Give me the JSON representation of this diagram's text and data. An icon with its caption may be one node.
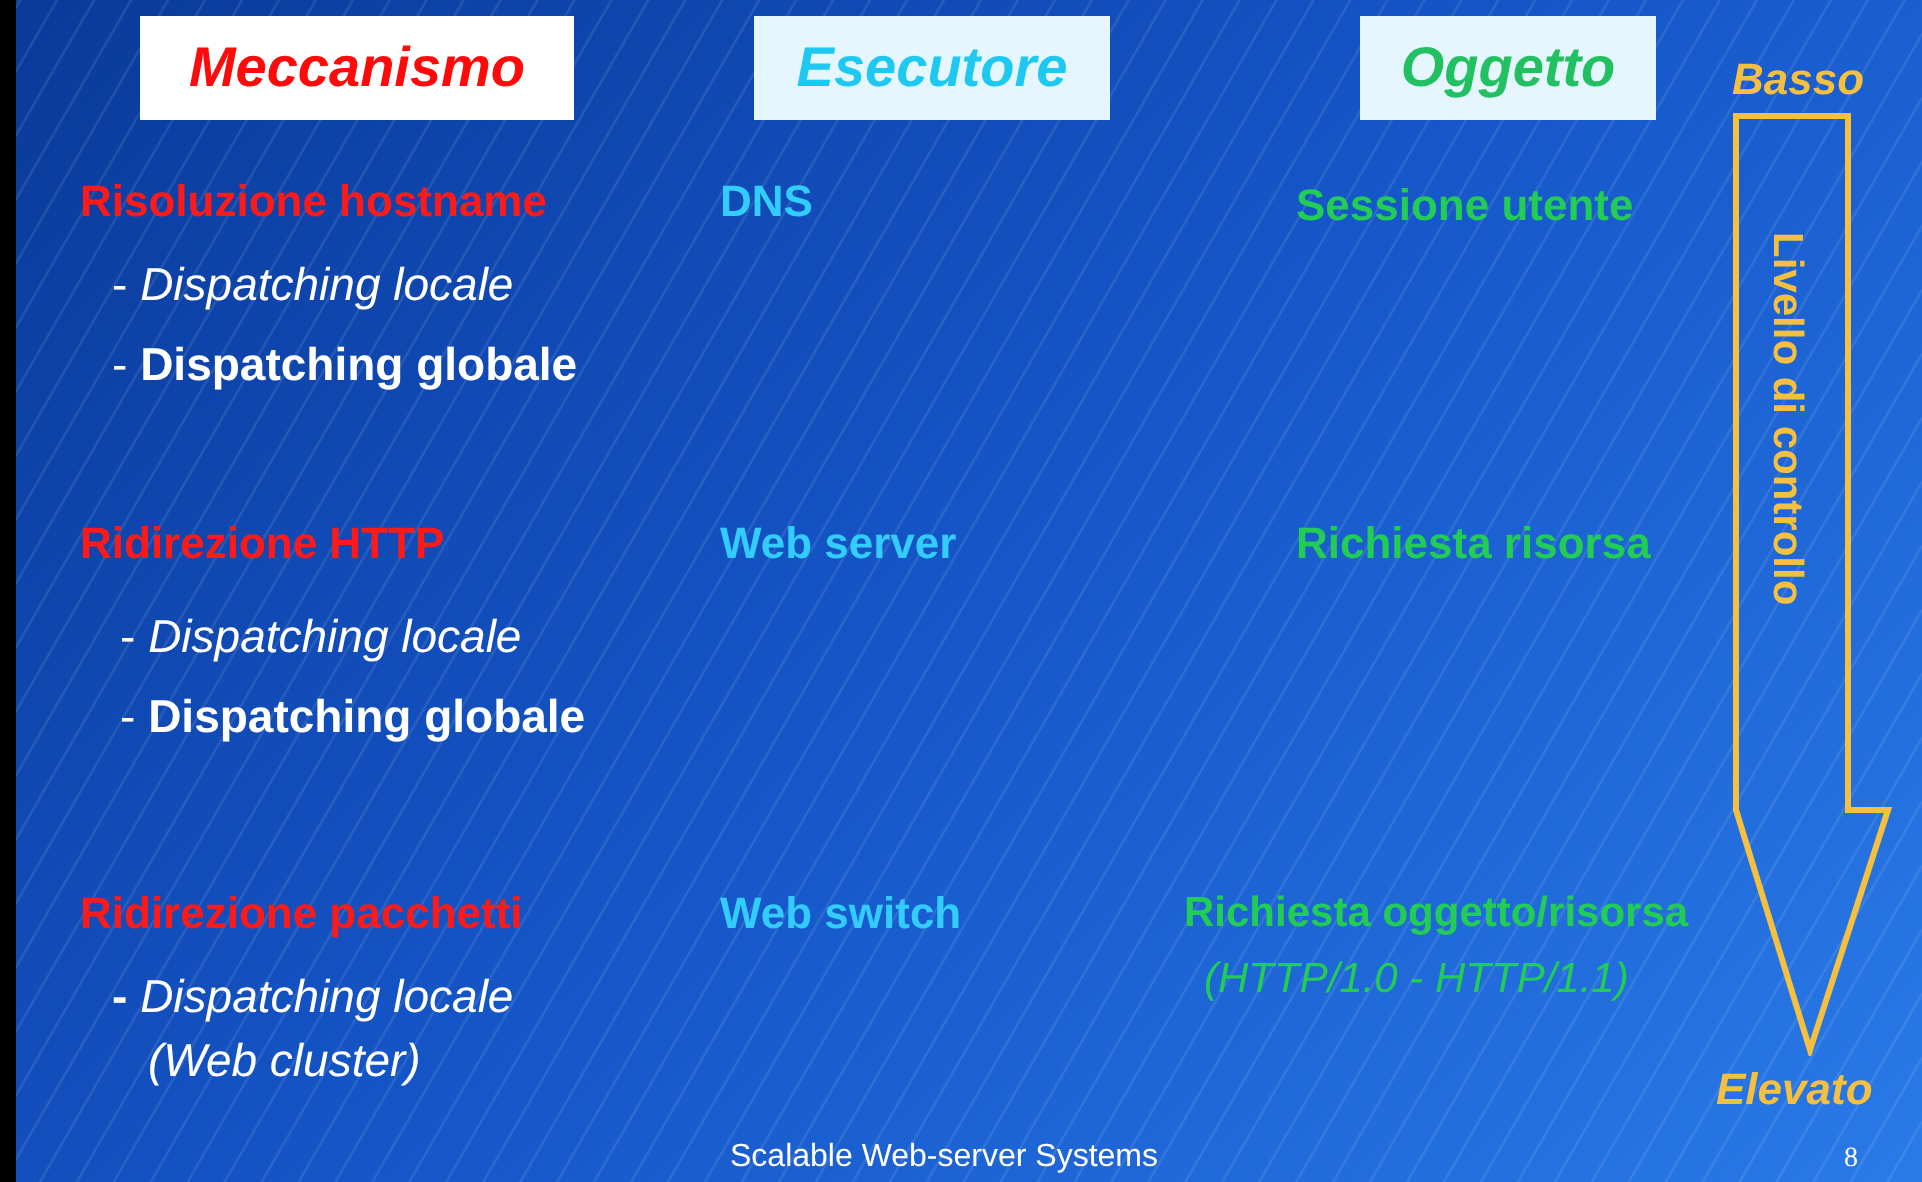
{
  "diagram": {
    "nodes": [
      {
        "text": [
          "Meccanismo"
        ]
      },
      {
        "text": [
          "Esecutore"
        ]
      },
      {
        "text": [
          "Oggetto"
        ]
      },
      {
        "text": [
          "Livello di controllo"
        ]
      }
    ],
    "edges": [],
    "labels": [
      "Basso",
      "Risoluzione hostname",
      "DNS",
      "Sessione utente",
      "- *Dispatching locale*",
      "- **Dispatching globale**",
      "Ridirezione HTTP",
      "Web server",
      "Richiesta risorsa",
      "- *Dispatching locale*",
      "- **Dispatching globale**",
      "Ridirezione pacchetti",
      "Web switch",
      "Richiesta oggetto/risorsa",
      "**-** *Dispatching locale*",
      "(HTTP/1.0 - HTTP/1.1)",
      "(Web cluster)",
      "Elevato",
      "Scalable Web-server Systems",
      "8"
    ]
  }
}
